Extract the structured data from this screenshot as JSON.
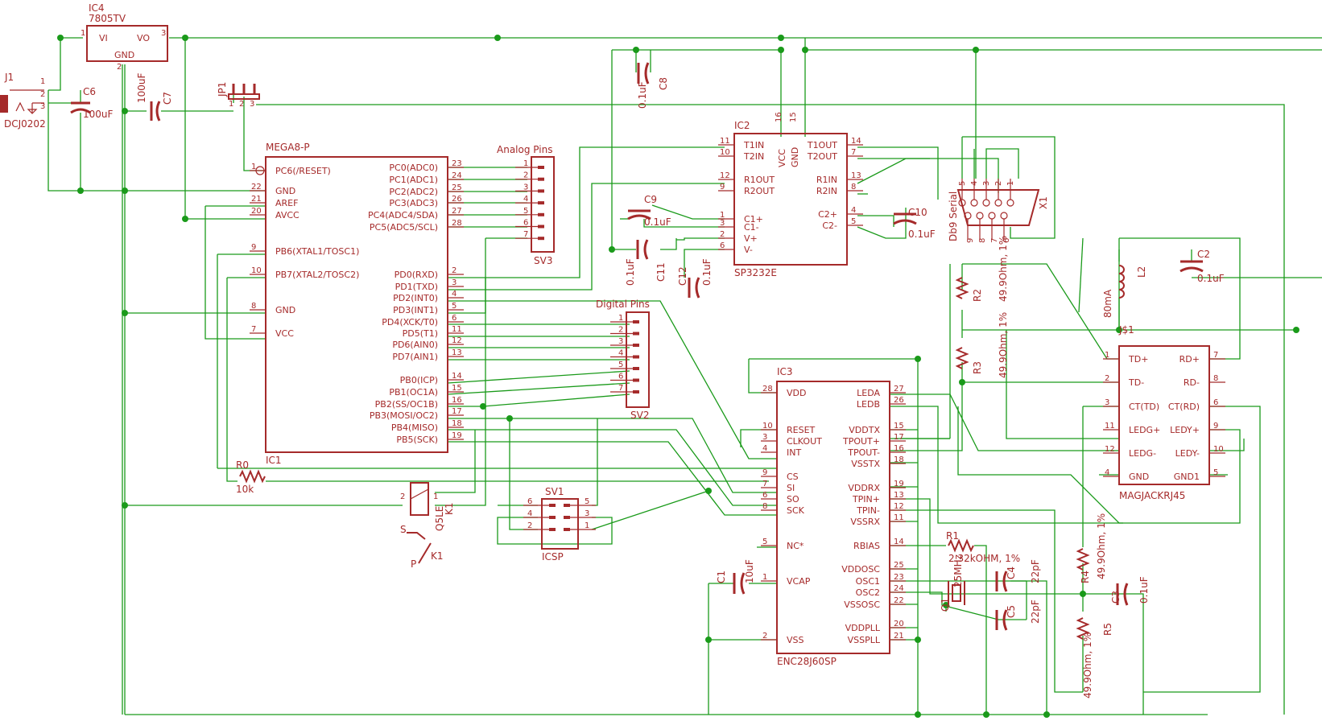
{
  "colors": {
    "wire": "#1a9a1a",
    "part": "#a52a2a",
    "background": "#ffffff"
  },
  "components": {
    "IC4": {
      "ref": "IC4",
      "value": "7805TV",
      "vi": "VI",
      "vo": "VO",
      "gnd": "GND",
      "pins": [
        "1",
        "2",
        "3"
      ]
    },
    "J1": {
      "ref": "J1",
      "value": "DCJ0202",
      "pins": [
        "1",
        "2",
        "3"
      ]
    },
    "C6": {
      "ref": "C6",
      "value": "100uF"
    },
    "C7": {
      "ref": "C7",
      "value": "100uF"
    },
    "JP1": {
      "ref": "JP1",
      "pins": [
        "1",
        "2",
        "3"
      ]
    },
    "IC1": {
      "ref": "IC1",
      "value": "MEGA8-P",
      "left_pins": [
        {
          "num": "1",
          "name": "PC6(/RESET)"
        },
        {
          "num": "22",
          "name": "GND"
        },
        {
          "num": "21",
          "name": "AREF"
        },
        {
          "num": "20",
          "name": "AVCC"
        },
        {
          "num": "9",
          "name": "PB6(XTAL1/TOSC1)"
        },
        {
          "num": "10",
          "name": "PB7(XTAL2/TOSC2)"
        },
        {
          "num": "8",
          "name": "GND"
        },
        {
          "num": "7",
          "name": "VCC"
        }
      ],
      "right_pins": [
        {
          "num": "23",
          "name": "PC0(ADC0)"
        },
        {
          "num": "24",
          "name": "PC1(ADC1)"
        },
        {
          "num": "25",
          "name": "PC2(ADC2)"
        },
        {
          "num": "26",
          "name": "PC3(ADC3)"
        },
        {
          "num": "27",
          "name": "PC4(ADC4/SDA)"
        },
        {
          "num": "28",
          "name": "PC5(ADC5/SCL)"
        },
        {
          "num": "2",
          "name": "PD0(RXD)"
        },
        {
          "num": "3",
          "name": "PD1(TXD)"
        },
        {
          "num": "4",
          "name": "PD2(INT0)"
        },
        {
          "num": "5",
          "name": "PD3(INT1)"
        },
        {
          "num": "6",
          "name": "PD4(XCK/T0)"
        },
        {
          "num": "11",
          "name": "PD5(T1)"
        },
        {
          "num": "12",
          "name": "PD6(AIN0)"
        },
        {
          "num": "13",
          "name": "PD7(AIN1)"
        },
        {
          "num": "14",
          "name": "PB0(ICP)"
        },
        {
          "num": "15",
          "name": "PB1(OC1A)"
        },
        {
          "num": "16",
          "name": "PB2(SS/OC1B)"
        },
        {
          "num": "17",
          "name": "PB3(MOSI/OC2)"
        },
        {
          "num": "18",
          "name": "PB4(MISO)"
        },
        {
          "num": "19",
          "name": "PB5(SCK)"
        }
      ]
    },
    "SV3": {
      "ref": "SV3",
      "label": "Analog Pins",
      "pins": [
        "1",
        "2",
        "3",
        "4",
        "5",
        "6",
        "7"
      ]
    },
    "SV2": {
      "ref": "SV2",
      "label": "Digital Pins",
      "pins": [
        "1",
        "2",
        "3",
        "4",
        "5",
        "6",
        "7"
      ]
    },
    "SV1": {
      "ref": "SV1",
      "label": "ICSP",
      "left_pins": [
        "6",
        "4",
        "2"
      ],
      "right_pins": [
        "5",
        "3",
        "1"
      ]
    },
    "R0": {
      "ref": "R0",
      "value": "10k"
    },
    "K1": {
      "ref": "K1",
      "value": "Q5LE",
      "ref2": "K1",
      "s": "S",
      "p": "P",
      "pins": [
        "2",
        "1"
      ]
    },
    "C8": {
      "ref": "C8",
      "value": "0.1uF"
    },
    "C9": {
      "ref": "C9",
      "value": "0.1uF"
    },
    "C10": {
      "ref": "C10",
      "value": "0.1uF"
    },
    "C11": {
      "ref": "C11",
      "value": "0.1uF"
    },
    "C12": {
      "ref": "C12",
      "value": "0.1uF"
    },
    "IC2": {
      "ref": "IC2",
      "value": "SP3232E",
      "top_pins": [
        {
          "num": "16",
          "name": "VCC"
        },
        {
          "num": "15",
          "name": "GND"
        }
      ],
      "left_pins": [
        {
          "num": "11",
          "name": "T1IN"
        },
        {
          "num": "10",
          "name": "T2IN"
        },
        {
          "num": "12",
          "name": "R1OUT"
        },
        {
          "num": "9",
          "name": "R2OUT"
        },
        {
          "num": "1",
          "name": "C1+"
        },
        {
          "num": "3",
          "name": "C1-"
        },
        {
          "num": "2",
          "name": "V+"
        },
        {
          "num": "6",
          "name": "V-"
        }
      ],
      "right_pins": [
        {
          "num": "14",
          "name": "T1OUT"
        },
        {
          "num": "7",
          "name": "T2OUT"
        },
        {
          "num": "13",
          "name": "R1IN"
        },
        {
          "num": "8",
          "name": "R2IN"
        },
        {
          "num": "4",
          "name": "C2+"
        },
        {
          "num": "5",
          "name": "C2-"
        }
      ]
    },
    "X1": {
      "ref": "X1",
      "value": "Db9 Serial",
      "top_pins": [
        "5",
        "4",
        "3",
        "2",
        "1"
      ],
      "bottom_pins": [
        "9",
        "8",
        "7",
        "6"
      ]
    },
    "R2": {
      "ref": "R2",
      "value": "49.9Ohm, 1%"
    },
    "R3": {
      "ref": "R3",
      "value": "49.9Ohm, 1%"
    },
    "L2": {
      "ref": "L2",
      "value": "80mA"
    },
    "C2": {
      "ref": "C2",
      "value": "0.1uF"
    },
    "JS1": {
      "ref": "J$1",
      "value": "MAGJACKRJ45",
      "left_pins": [
        {
          "num": "1",
          "name": "TD+"
        },
        {
          "num": "2",
          "name": "TD-"
        },
        {
          "num": "3",
          "name": "CT(TD)"
        },
        {
          "num": "11",
          "name": "LEDG+"
        },
        {
          "num": "12",
          "name": "LEDG-"
        },
        {
          "num": "4",
          "name": "GND"
        }
      ],
      "right_pins": [
        {
          "num": "7",
          "name": "RD+"
        },
        {
          "num": "8",
          "name": "RD-"
        },
        {
          "num": "6",
          "name": "CT(RD)"
        },
        {
          "num": "9",
          "name": "LEDY+"
        },
        {
          "num": "10",
          "name": "LEDY-"
        },
        {
          "num": "5",
          "name": "GND1"
        }
      ]
    },
    "IC3": {
      "ref": "IC3",
      "value": "ENC28J60SP",
      "left_pins": [
        {
          "num": "28",
          "name": "VDD"
        },
        {
          "num": "10",
          "name": "RESET"
        },
        {
          "num": "3",
          "name": "CLKOUT"
        },
        {
          "num": "4",
          "name": "INT"
        },
        {
          "num": "9",
          "name": "CS"
        },
        {
          "num": "7",
          "name": "SI"
        },
        {
          "num": "6",
          "name": "SO"
        },
        {
          "num": "8",
          "name": "SCK"
        },
        {
          "num": "5",
          "name": "NC*"
        },
        {
          "num": "1",
          "name": "VCAP"
        },
        {
          "num": "2",
          "name": "VSS"
        }
      ],
      "right_pins": [
        {
          "num": "27",
          "name": "LEDA"
        },
        {
          "num": "26",
          "name": "LEDB"
        },
        {
          "num": "15",
          "name": "VDDTX"
        },
        {
          "num": "17",
          "name": "TPOUT+"
        },
        {
          "num": "16",
          "name": "TPOUT-"
        },
        {
          "num": "18",
          "name": "VSSTX"
        },
        {
          "num": "19",
          "name": "VDDRX"
        },
        {
          "num": "13",
          "name": "TPIN+"
        },
        {
          "num": "12",
          "name": "TPIN-"
        },
        {
          "num": "11",
          "name": "VSSRX"
        },
        {
          "num": "14",
          "name": "RBIAS"
        },
        {
          "num": "25",
          "name": "VDDOSC"
        },
        {
          "num": "23",
          "name": "OSC1"
        },
        {
          "num": "24",
          "name": "OSC2"
        },
        {
          "num": "22",
          "name": "VSSOSC"
        },
        {
          "num": "20",
          "name": "VDDPLL"
        },
        {
          "num": "21",
          "name": "VSSPLL"
        }
      ]
    },
    "C1": {
      "ref": "C1",
      "value": "10uF"
    },
    "R1": {
      "ref": "R1",
      "value": "2.32kOHM, 1%"
    },
    "Q1": {
      "ref": "Q1",
      "value": "25MHz"
    },
    "C4": {
      "ref": "C4",
      "value": "22pF"
    },
    "C5": {
      "ref": "C5",
      "value": "22pF"
    },
    "R4": {
      "ref": "R4",
      "value": "49.9Ohm, 1%"
    },
    "R5": {
      "ref": "R5",
      "value": "49.9Ohm, 1%"
    },
    "C3": {
      "ref": "C3",
      "value": "0.1uF"
    }
  }
}
